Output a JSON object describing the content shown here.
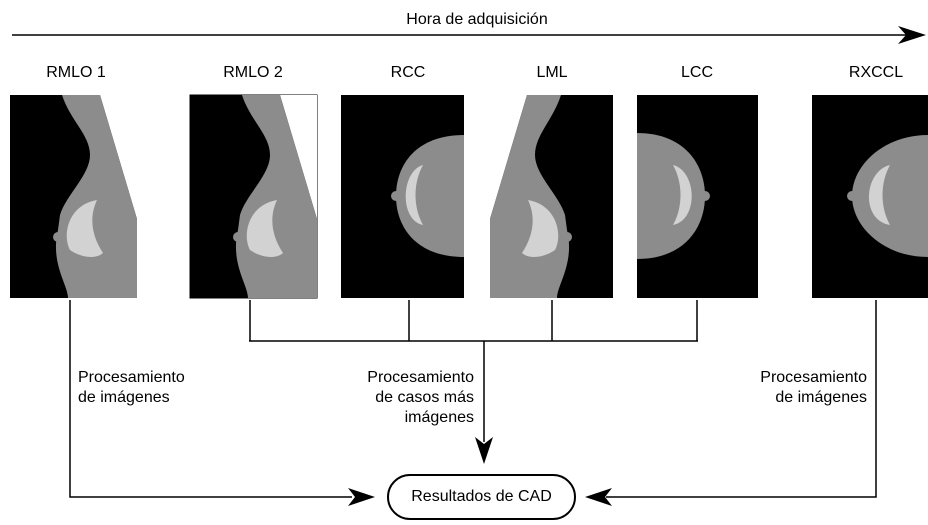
{
  "axis": {
    "label": "Hora de adquisición"
  },
  "views": [
    {
      "id": "rmlo1",
      "label": "RMLO 1",
      "type": "mlo",
      "orientation": "right"
    },
    {
      "id": "rmlo2",
      "label": "RMLO 2",
      "type": "mlo",
      "orientation": "right"
    },
    {
      "id": "rcc",
      "label": "RCC",
      "type": "cc",
      "orientation": "right"
    },
    {
      "id": "lml",
      "label": "LML",
      "type": "mlo",
      "orientation": "left"
    },
    {
      "id": "lcc",
      "label": "LCC",
      "type": "cc",
      "orientation": "left"
    },
    {
      "id": "rxccl",
      "label": "RXCCL",
      "type": "cc",
      "orientation": "right"
    }
  ],
  "processes": {
    "left": [
      "Procesamiento",
      "de imágenes"
    ],
    "center": [
      "Procesamiento",
      "de casos más",
      "imágenes"
    ],
    "right": [
      "Procesamiento",
      "de imágenes"
    ]
  },
  "result": {
    "label": "Resultados de CAD"
  },
  "colors": {
    "tissue": "#8c8c8c",
    "gland": "#d2d2d2",
    "background": "#000000",
    "line": "#000000"
  }
}
